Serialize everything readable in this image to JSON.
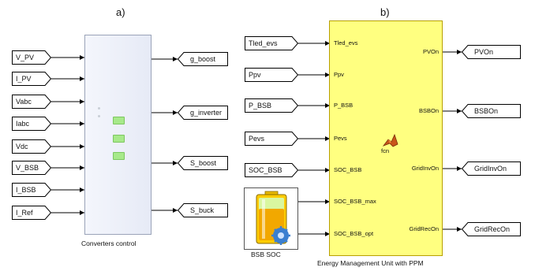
{
  "panel_a": {
    "title": "a)",
    "block_caption": "Converters control",
    "inputs": [
      "V_PV",
      "I_PV",
      "Vabc",
      "Iabc",
      "Vdc",
      "V_BSB",
      "I_BSB",
      "I_Ref"
    ],
    "outputs": [
      "g_boost",
      "g_inverter",
      "S_boost",
      "S_buck"
    ]
  },
  "panel_b": {
    "title": "b)",
    "block_caption": "Energy Management Unit with PPM",
    "fcn_label": "fcn",
    "soc_caption": "BSB SOC",
    "inputs": [
      "Tled_evs",
      "Ppv",
      "P_BSB",
      "Pevs",
      "SOC_BSB"
    ],
    "input_ports": [
      "Tled_evs",
      "Ppv",
      "P_BSB",
      "Pevs",
      "SOC_BSB",
      "SOC_BSB_max",
      "SOC_BSB_opt"
    ],
    "output_ports": [
      "PVOn",
      "BSBOn",
      "GridInvOn",
      "GridRecOn"
    ],
    "outputs": [
      "PVOn",
      "BSBOn",
      "GridInvOn",
      "GridRecOn"
    ]
  },
  "colors": {
    "emu_fill": "#ffff80",
    "emu_border": "#b8a000",
    "control_fill": "#eef1fa",
    "signal_green": "#a7e98a"
  }
}
